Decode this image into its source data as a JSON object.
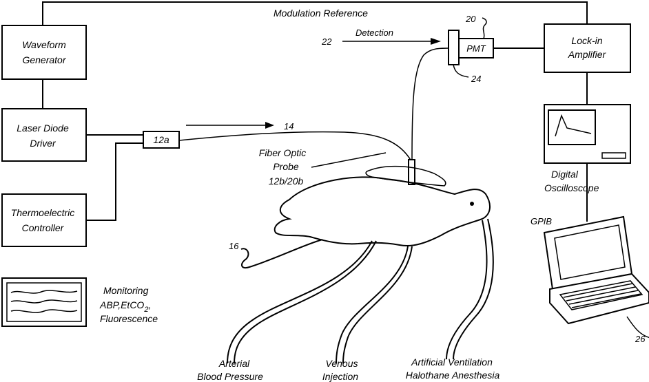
{
  "labels": {
    "modulation_reference": "Modulation Reference",
    "detection": "Detection",
    "waveform_generator": [
      "Waveform",
      "Generator"
    ],
    "laser_diode_driver": [
      "Laser Diode",
      "Driver"
    ],
    "thermoelectric_controller": [
      "Thermoelectric",
      "Controller"
    ],
    "lockin_amplifier": [
      "Lock-in",
      "Amplifier"
    ],
    "pmt": "PMT",
    "laser_box": "12a",
    "fiber_optic_probe": [
      "Fiber Optic",
      "Probe",
      "12b/20b"
    ],
    "digital_oscilloscope": [
      "Digital",
      "Oscilloscope"
    ],
    "gpib": "GPIB",
    "monitoring": [
      "Monitoring",
      "ABP,EtCO",
      "2",
      ",",
      "Fluorescence"
    ],
    "arterial": [
      "Arterial",
      "Blood Pressure"
    ],
    "venous": [
      "Venous",
      "Injection"
    ],
    "ventilation": [
      "Artificial Ventilation",
      "Halothane Anesthesia"
    ]
  },
  "refs": {
    "r14": "14",
    "r16": "16",
    "r20": "20",
    "r22": "22",
    "r24": "24",
    "r26": "26"
  }
}
